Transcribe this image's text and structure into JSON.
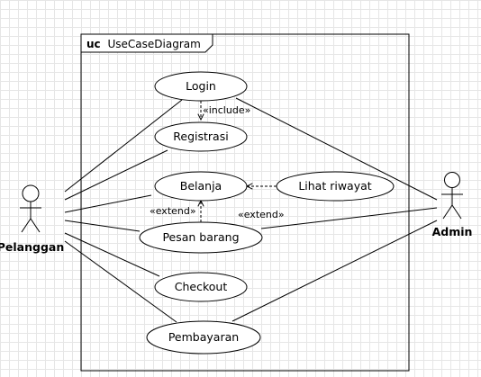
{
  "frame": {
    "keyword": "uc",
    "name": "UseCaseDiagram"
  },
  "actors": {
    "customer": "Pelanggan",
    "admin": "Admin"
  },
  "use_cases": {
    "login": "Login",
    "registration": "Registrasi",
    "shopping": "Belanja",
    "history": "Lihat riwayat",
    "order": "Pesan barang",
    "checkout": "Checkout",
    "payment": "Pembayaran"
  },
  "relations": {
    "include": "«include»",
    "extend_order": "«extend»",
    "extend_history": "«extend»"
  }
}
